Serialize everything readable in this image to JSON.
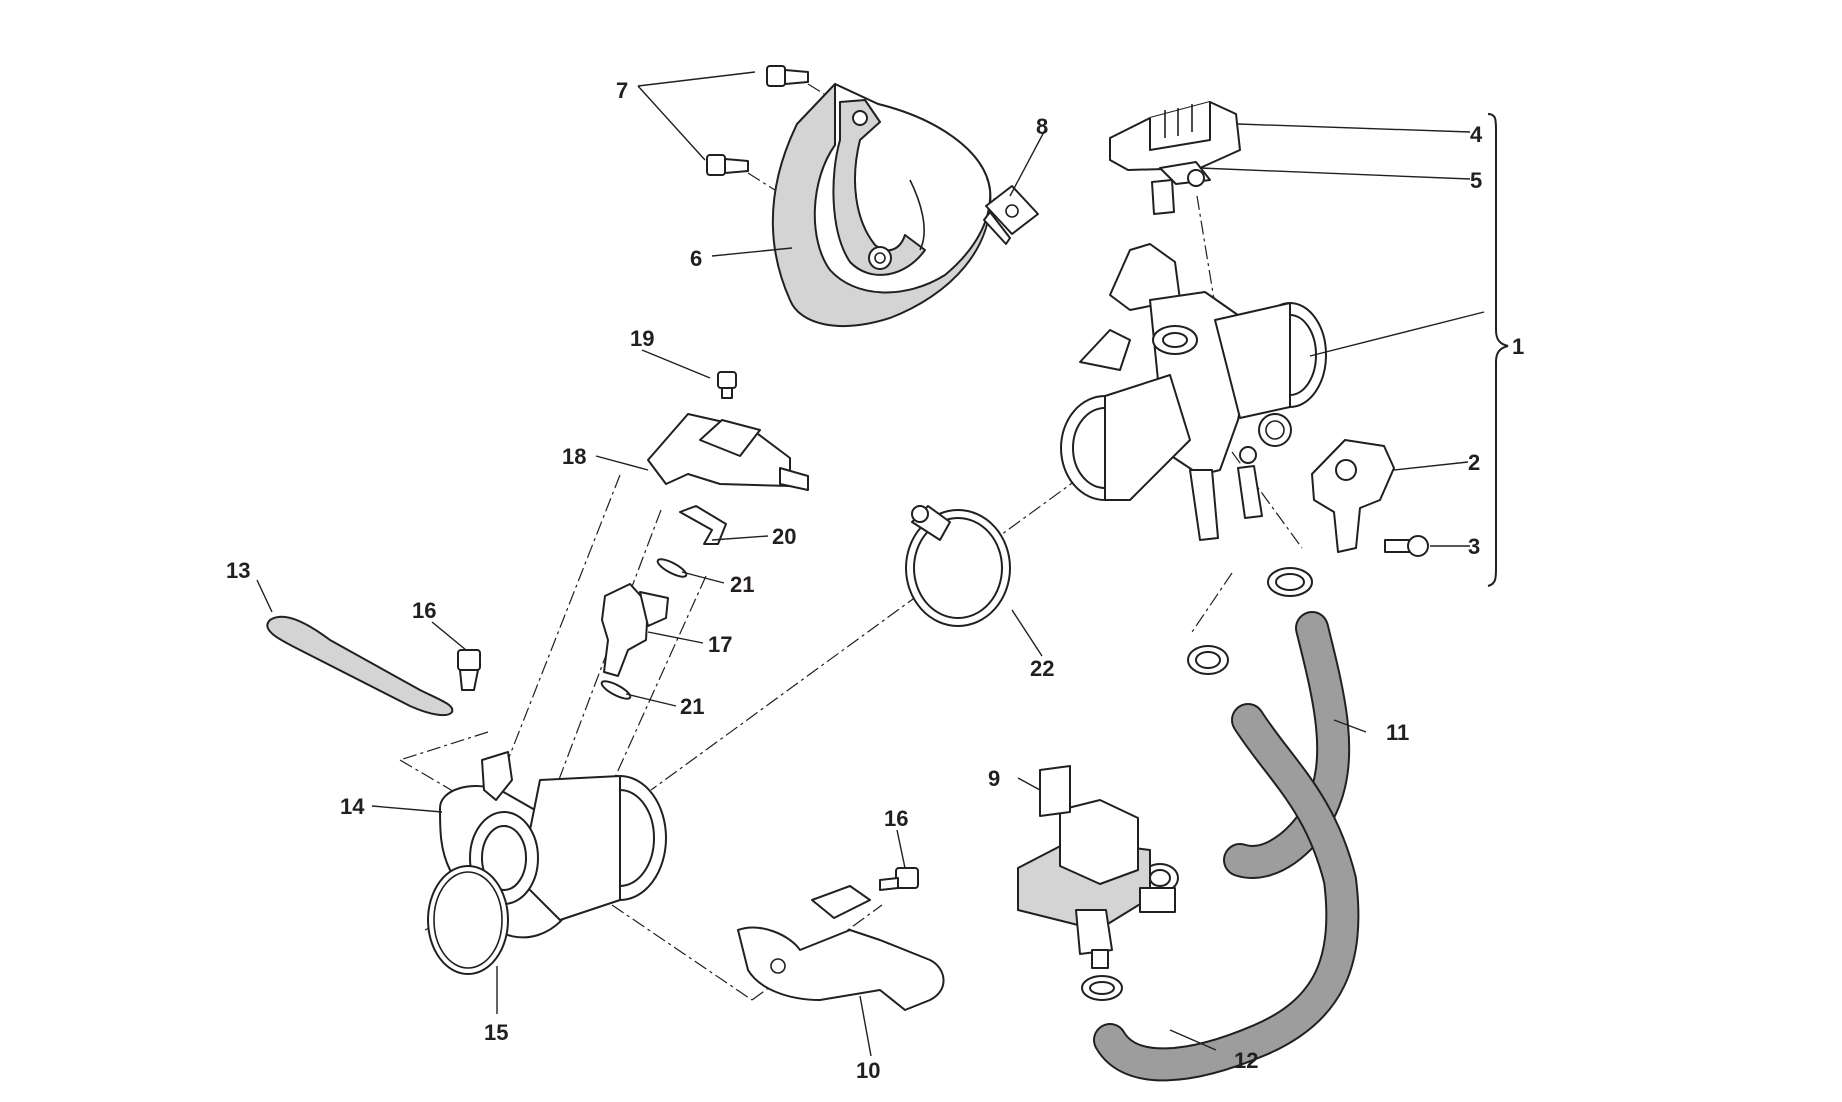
{
  "diagram": {
    "callouts": {
      "n1": "1",
      "n2": "2",
      "n3": "3",
      "n4": "4",
      "n5": "5",
      "n6": "6",
      "n7": "7",
      "n8": "8",
      "n9": "9",
      "n10": "10",
      "n11": "11",
      "n12": "12",
      "n13": "13",
      "n14": "14",
      "n15": "15",
      "n16a": "16",
      "n16b": "16",
      "n17": "17",
      "n18": "18",
      "n19": "19",
      "n20": "20",
      "n21a": "21",
      "n21b": "21",
      "n22": "22"
    },
    "colors": {
      "line": "#231f20",
      "part_fill": "#ffffff",
      "shaded_fill": "#d4d4d4",
      "hose_fill": "#9d9d9d"
    }
  }
}
